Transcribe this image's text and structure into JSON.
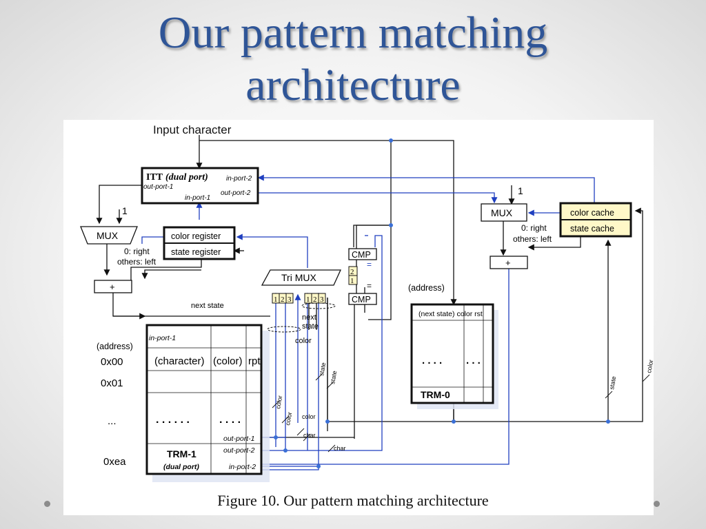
{
  "title": {
    "line1": "Our pattern matching",
    "line2": "architecture"
  },
  "caption": "Figure 10.  Our pattern matching architecture",
  "colors": {
    "title": "#2f5597",
    "wire_blue": "#1f3fbf",
    "wire_black": "#111111",
    "cache_fill": "#fff8c8"
  },
  "diagram": {
    "input_label": "Input character",
    "itt": {
      "title": "ITT",
      "subtitle": "(dual port)",
      "in_port_2": "in-port-2",
      "out_port_1": "out-port-1",
      "out_port_2": "out-port-2",
      "in_port_1": "in-port-1"
    },
    "mux_left": {
      "label": "MUX",
      "const": "1",
      "rule_1": "0: right",
      "rule_2": "others: left"
    },
    "mux_right": {
      "label": "MUX",
      "const": "1",
      "rule_1": "0: right",
      "rule_2": "others: left"
    },
    "color_register": "color register",
    "state_register": "state register",
    "adder_left": "+",
    "adder_right": "+",
    "cmp_top": "CMP",
    "cmp_bottom": "CMP",
    "cmp_eq_top": "=",
    "cmp_eq_bottom": "=",
    "tri_mux": "Tri MUX",
    "tri_mux_sel_2": "2",
    "tri_mux_sel_1": "1",
    "tri_mux_in_a": [
      "1",
      "2",
      "3"
    ],
    "tri_mux_in_b": [
      "1",
      "2",
      "3"
    ],
    "next_state_wire": "next state",
    "next_state_split_1": "next",
    "next_state_split_2": "state",
    "color_split": "color",
    "color_cache": "color cache",
    "state_cache": "state cache",
    "address_label_right": "(address)",
    "trm0": {
      "header": "(next state) color rst",
      "dots_1": ". . . .",
      "dots_2": ". . .",
      "name": "TRM-0"
    },
    "trm1": {
      "in_port_1": "in-port-1",
      "header_char": "(character)",
      "header_color": "(color)",
      "header_rpt": "rpt",
      "dots_1": ". . . . . .",
      "dots_2": ". . . .",
      "out_port_1": "out-port-1",
      "out_port_2": "out-port-2",
      "in_port_2": "in-port-2",
      "name": "TRM-1",
      "subname": "(dual port)"
    },
    "address_label_left": "(address)",
    "addresses": [
      "0x00",
      "0x01",
      "...",
      "0xea"
    ],
    "bus_labels": {
      "color_a": "color",
      "color_b": "color",
      "color_c": "color",
      "char_a": "char",
      "char_b": "char",
      "state_a": "state",
      "state_b": "state",
      "state_c": "state",
      "color_d": "color"
    }
  }
}
